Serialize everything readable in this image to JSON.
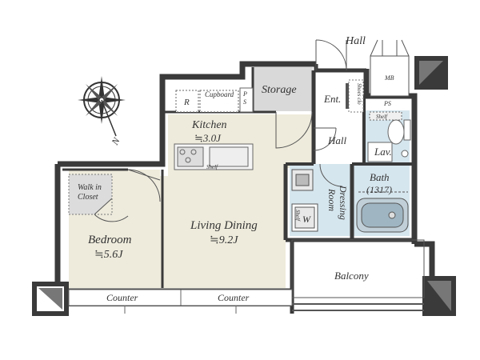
{
  "labels": {
    "hall_top": "Hall",
    "mb": "MB",
    "storage": "Storage",
    "cupboard": "Cupboard",
    "fridge": "R",
    "ps_kitchen": "P\nS",
    "ent": "Ent.",
    "shoes_closet": "Shoes clo",
    "ps_bath": "PS",
    "shelf_lav": "Shelf",
    "kitchen": "Kitchen",
    "kitchen_area": "≒3.0J",
    "hall_mid": "Hall",
    "lav": "Lav.",
    "shelf_kitchen": "Shelf",
    "bath": "Bath",
    "bath_size": "(1317)",
    "dressing": "Dressing",
    "room": "Room",
    "walk_in": "Walk in",
    "closet": "Closet",
    "washer": "W",
    "shelf_w": "Shelf",
    "living_dining": "Living Dining",
    "living_area": "≒9.2J",
    "bedroom": "Bedroom",
    "bedroom_area": "≒5.6J",
    "balcony": "Balcony",
    "counter_left": "Counter",
    "counter_right": "Counter",
    "compass_n": "N"
  },
  "colors": {
    "floor": "#eeebdc",
    "wall": "#3a3a3a",
    "wet": "#d6e6ee",
    "storage": "#d9d9d9",
    "closet": "#dcdcdc",
    "line": "#555555"
  }
}
